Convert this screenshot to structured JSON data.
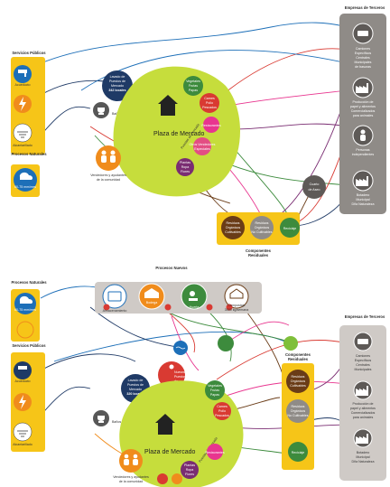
{
  "colors": {
    "yellow_panel": "#f6c518",
    "green_blob": "#c6dd3c",
    "grey_panel": "#8f8b87",
    "light_grey_panel": "#cfcac6",
    "pink": "#e8358f",
    "red": "#d93a32",
    "dark_green": "#3d8b3d",
    "purple": "#7a2d72",
    "blue": "#1d6fb8",
    "orange": "#f08c1c",
    "navy": "#1f3a66",
    "brown": "#6a3c17"
  },
  "top": {
    "servicios": {
      "title": "Servicios Públicos",
      "items": [
        "Acueducto",
        "",
        "Alcantarillado"
      ]
    },
    "procesos": {
      "title": "Procesos Naturales",
      "rain": "60-75 mm/mes"
    },
    "lavado": [
      "Lavado de",
      "Puestos de",
      "Mercado",
      "342 locales"
    ],
    "banos": "Baños",
    "plaza": "Plaza de Mercado",
    "puestos": "Puestos de mercado",
    "verduras": [
      "Vegetales",
      "Frutas",
      "Papas"
    ],
    "carnes": [
      "Carnes",
      "Pollo",
      "Pescados"
    ],
    "restaurantes": "Restaurantes",
    "mas_frutas": [
      "Otros Vendedores",
      "Especiales"
    ],
    "plantas": [
      "Plantas",
      "Ropa",
      "Flores"
    ],
    "vendors": [
      "Vendedores y ayudantes",
      "de la comunidad"
    ],
    "empresas": {
      "title": "Empresas de Terceros",
      "items": [
        [
          "Camiones",
          "Específicos",
          "Centrales",
          "Municipales",
          "de basuras"
        ],
        [
          "Producción de",
          "papel y alimentos",
          "Comercializados",
          "para animales"
        ],
        [
          "Personas",
          "independientes"
        ],
        [
          "Botadero",
          "Municipal",
          "Dña Naturaleza"
        ]
      ]
    },
    "cuarto": [
      "Cuarto",
      "de Aseo"
    ],
    "residuos": [
      [
        "Residuos",
        "Orgánicos",
        "Cultivables"
      ],
      [
        "Residuos",
        "Orgánicos",
        "No Cultivables"
      ],
      [
        "Reciclaje"
      ]
    ],
    "componentes": [
      "Componentes",
      "Residuales"
    ]
  },
  "bottom": {
    "procesos_title": "Procesos Nuevos",
    "procesos_items": [
      [
        "Almacenamiento",
        "de agua",
        "de lluvia"
      ],
      [
        "Bodega"
      ],
      [
        "Huerta"
      ],
      [
        "Compostaje",
        "3000 kg/semana"
      ]
    ],
    "naturales": {
      "title": "Procesos Naturales",
      "rain": "60-75 mm/mes"
    },
    "servicios": {
      "title": "Servicios Públicos",
      "items": [
        "Acueducto",
        "",
        "Alcantarillado"
      ]
    },
    "lavado": [
      "Lavado de",
      "Puestos de",
      "Mercado",
      "320 locales"
    ],
    "nuevos": [
      "Nuevos",
      "Puestos",
      "de",
      "Trabajo"
    ],
    "banos": "Baños",
    "plaza": "Plaza de Mercado",
    "puestos": "Puestos de mercado",
    "verduras": [
      "Vegetales",
      "Frutas",
      "Papas"
    ],
    "carnes": [
      "Carnes",
      "Pollo",
      "Pescados"
    ],
    "restaurantes": "Restaurantes",
    "plantas": [
      "Plantas",
      "Ropa",
      "Flores"
    ],
    "vendors": [
      "Vendedores y ayudantes",
      "de la comunidad"
    ],
    "empresas": {
      "title": "Empresas de Terceros",
      "items": [
        [
          "Camiones",
          "Específicos",
          "Centrales",
          "Municipales"
        ],
        [
          "Producción de",
          "papel y alimentos",
          "Comercializados",
          "para animales"
        ],
        [
          "Botadero",
          "Municipal",
          "Dña Naturaleza"
        ]
      ]
    },
    "componentes": [
      "Componentes",
      "Residuales"
    ],
    "residuos": [
      [
        "Residuos",
        "Orgánicos",
        "Cultivables"
      ],
      [
        "Residuos",
        "Orgánicos",
        "No Cultivables"
      ],
      [
        "Reciclaje"
      ]
    ]
  }
}
